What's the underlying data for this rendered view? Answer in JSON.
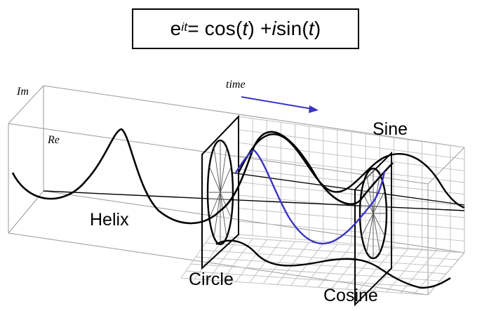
{
  "formula": {
    "base": "e",
    "exponent": "it",
    "equals": " = cos(",
    "t1": "t",
    "mid": ") + ",
    "i": "i",
    "sin": "sin(",
    "t2": "t",
    "close": ")"
  },
  "labels": {
    "im": "Im",
    "re": "Re",
    "time": "time",
    "helix": "Helix",
    "circle": "Circle",
    "sine": "Sine",
    "cosine": "Cosine"
  },
  "colors": {
    "ink": "#000000",
    "grid": "#9a9a9a",
    "accent": "#3a34c4"
  }
}
